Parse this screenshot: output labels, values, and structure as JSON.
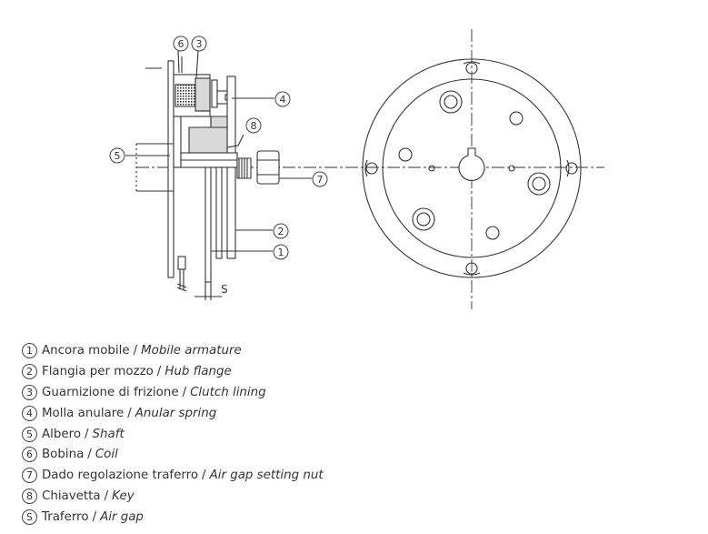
{
  "colors": {
    "line": "#333333",
    "fill_gray": "#d9d9d9"
  },
  "callouts": [
    "6",
    "3",
    "4",
    "8",
    "5",
    "7",
    "2",
    "1"
  ],
  "gap_label": "S",
  "legend": [
    {
      "marker": "1",
      "it": "Ancora mobile",
      "sep": "/",
      "en": "Mobile armature"
    },
    {
      "marker": "2",
      "it": "Flangia per mozzo",
      "sep": "/",
      "en": "Hub flange"
    },
    {
      "marker": "3",
      "it": "Guarnizione di frizione",
      "sep": "/",
      "en": "Clutch lining"
    },
    {
      "marker": "4",
      "it": "Molla anulare",
      "sep": "/",
      "en": "Anular spring"
    },
    {
      "marker": "5",
      "it": "Albero",
      "sep": "/",
      "en": "Shaft"
    },
    {
      "marker": "6",
      "it": "Bobina",
      "sep": "/",
      "en": "Coil"
    },
    {
      "marker": "7",
      "it": "Dado regolazione traferro",
      "sep": "/",
      "en": "Air gap setting nut"
    },
    {
      "marker": "8",
      "it": "Chiavetta",
      "sep": "/",
      "en": "Key"
    },
    {
      "marker": "S",
      "it": "Traferro",
      "sep": "/",
      "en": "Air gap"
    }
  ]
}
